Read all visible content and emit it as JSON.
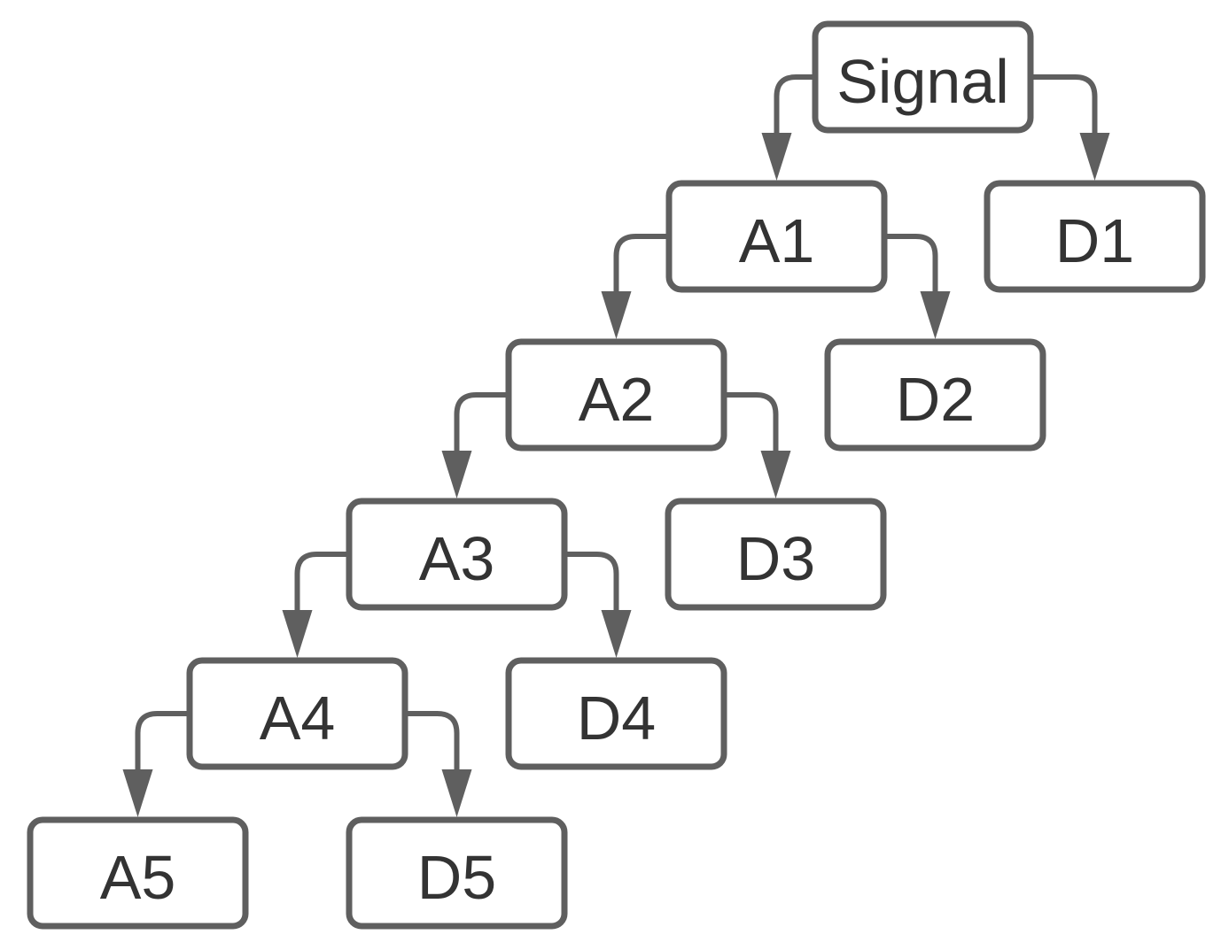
{
  "nodes": {
    "signal": "Signal",
    "a1": "A1",
    "d1": "D1",
    "a2": "A2",
    "d2": "D2",
    "a3": "A3",
    "d3": "D3",
    "a4": "A4",
    "d4": "D4",
    "a5": "A5",
    "d5": "D5"
  },
  "edges": [
    {
      "from": "signal",
      "to": "a1"
    },
    {
      "from": "signal",
      "to": "d1"
    },
    {
      "from": "a1",
      "to": "a2"
    },
    {
      "from": "a1",
      "to": "d2"
    },
    {
      "from": "a2",
      "to": "a3"
    },
    {
      "from": "a2",
      "to": "d3"
    },
    {
      "from": "a3",
      "to": "a4"
    },
    {
      "from": "a3",
      "to": "d4"
    },
    {
      "from": "a4",
      "to": "a5"
    },
    {
      "from": "a4",
      "to": "d5"
    }
  ],
  "colors": {
    "stroke": "#5f5f5f",
    "text": "#333333",
    "background": "#ffffff"
  }
}
